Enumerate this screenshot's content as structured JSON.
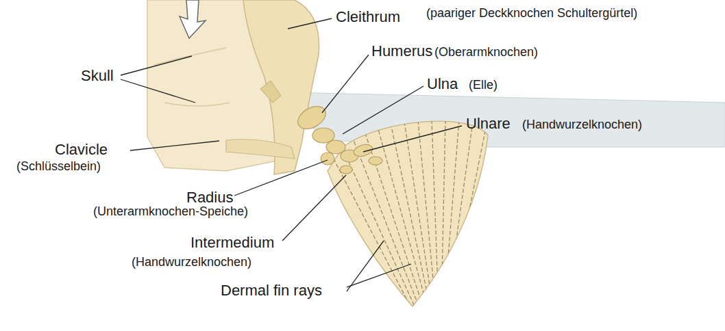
{
  "diagram": {
    "labels": [
      "Cleithrum",
      "(paariger Deckknochen Schultergürtel)",
      "Humerus",
      "(Oberarmknochen)",
      "Ulna",
      "(Elle)",
      "Ulnare",
      "(Handwurzelknochen)",
      "Skull",
      "Clavicle",
      "(Schlüsselbein)",
      "Radius",
      "(Unterarmknochen-Speiche)",
      "Intermedium",
      "(Handwurzelknochen)",
      "Dermal fin rays"
    ]
  }
}
